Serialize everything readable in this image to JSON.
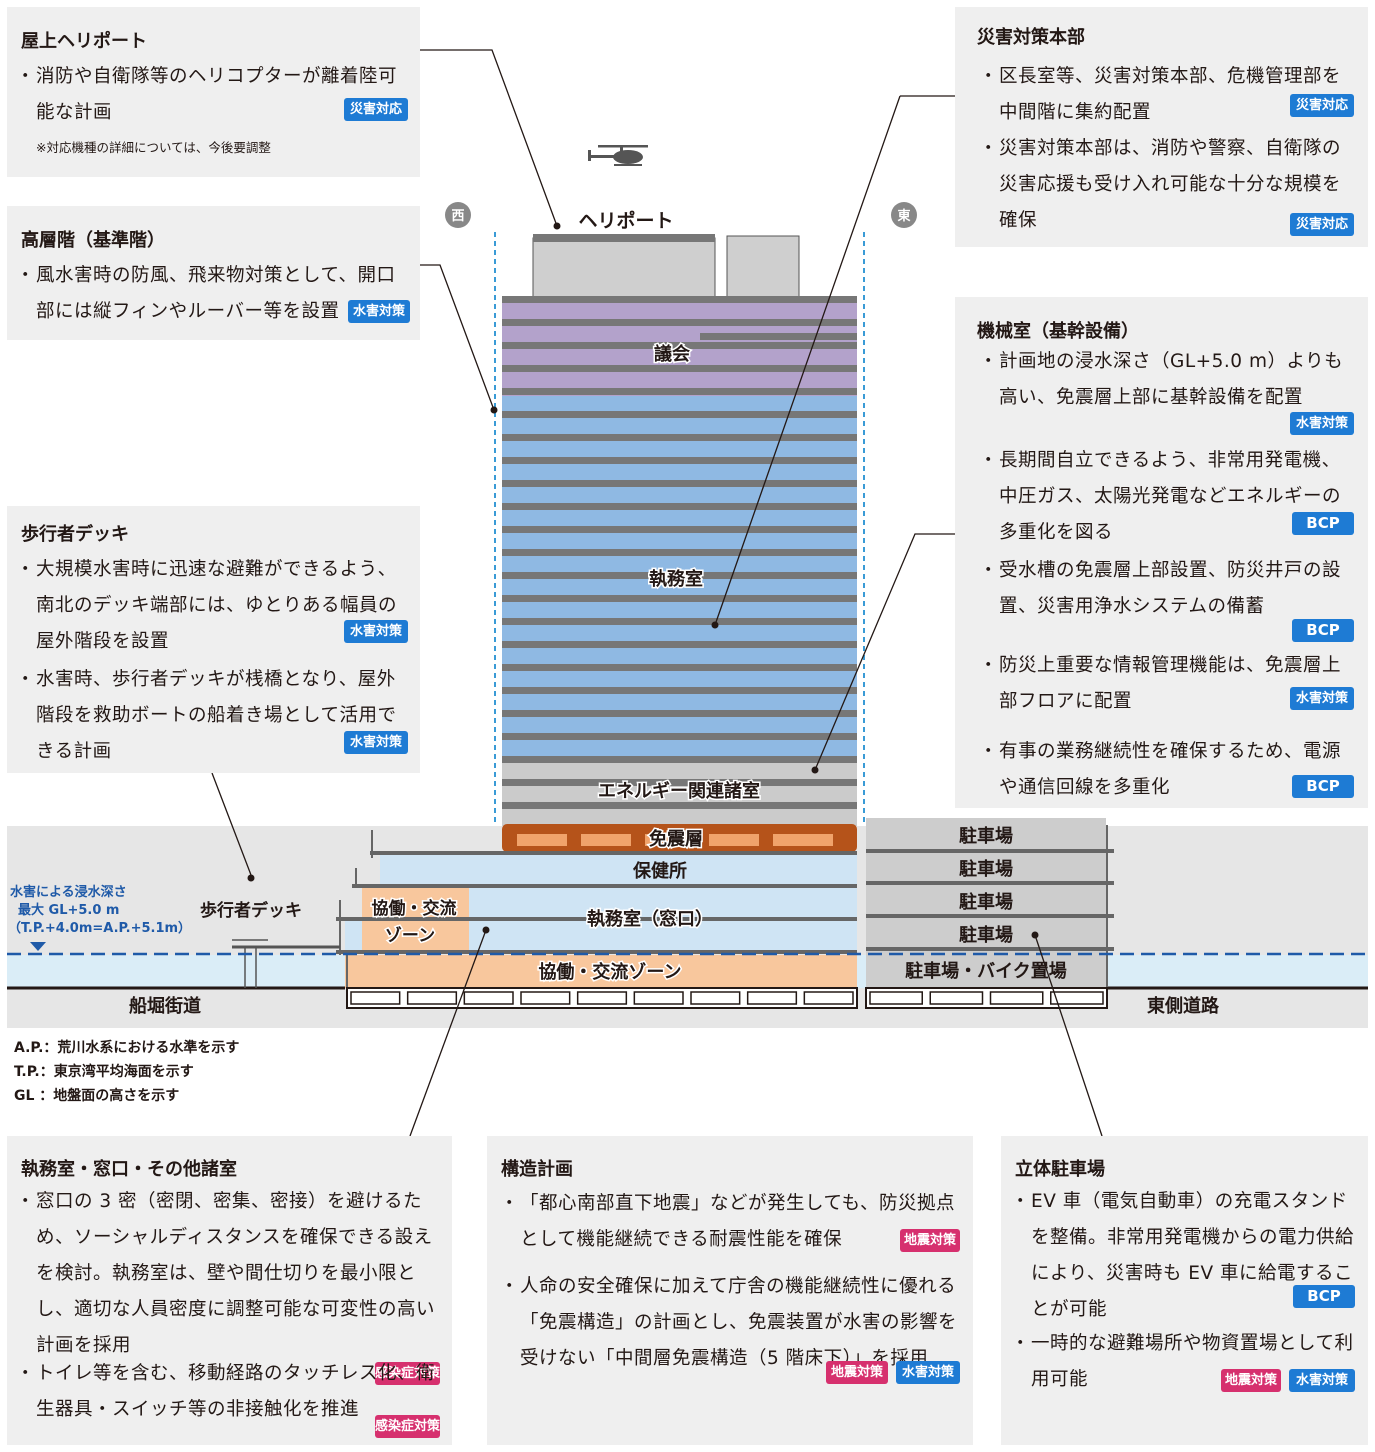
{
  "panels": {
    "heliport": {
      "title": "屋上ヘリポート",
      "items": [
        {
          "text": "消防や自衛隊等のヘリコプターが離着陸可能な計画"
        }
      ],
      "note": "※対応機種の詳細については、今後要調整",
      "badges": [
        "災害対応"
      ]
    },
    "highrise": {
      "title": "高層階（基準階）",
      "items": [
        {
          "text": "風水害時の防風、飛来物対策として、開口部には縦フィンやルーバー等を設置"
        }
      ],
      "badges": [
        "水害対策"
      ]
    },
    "deck": {
      "title": "歩行者デッキ",
      "items": [
        {
          "text": "大規模水害時に迅速な避難ができるよう、南北のデッキ端部には、ゆとりある幅員の屋外階段を設置"
        },
        {
          "text": "水害時、歩行者デッキが桟橋となり、屋外階段を救助ボートの船着き場として活用できる計画"
        }
      ],
      "badges": [
        "水害対策",
        "水害対策"
      ]
    },
    "disaster_hq": {
      "title": "災害対策本部",
      "items": [
        {
          "text": "区長室等、災害対策本部、危機管理部を中間階に集約配置"
        },
        {
          "text": "災害対策本部は、消防や警察、自衛隊の災害応援も受け入れ可能な十分な規模を確保"
        }
      ],
      "badges": [
        "災害対応",
        "災害対応"
      ]
    },
    "machine": {
      "title": "機械室（基幹設備）",
      "items": [
        {
          "text": "計画地の浸水深さ（GL+5.0 m）よりも高い、免震層上部に基幹設備を配置"
        },
        {
          "text": "長期間自立できるよう、非常用発電機、中圧ガス、太陽光発電などエネルギーの多重化を図る"
        },
        {
          "text": "受水槽の免震層上部設置、防災井戸の設置、災害用浄水システムの備蓄"
        },
        {
          "text": "防災上重要な情報管理機能は、免震層上部フロアに配置"
        },
        {
          "text": "有事の業務継続性を確保するため、電源や通信回線を多重化"
        }
      ],
      "badges": [
        "水害対策",
        "BCP",
        "BCP",
        "水害対策",
        "BCP"
      ]
    },
    "office": {
      "title": "執務室・窓口・その他諸室",
      "items": [
        {
          "text": "窓口の 3 密（密閉、密集、密接）を避けるため、ソーシャルディスタンスを確保できる設えを検討。執務室は、壁や間仕切りを最小限とし、適切な人員密度に調整可能な可変性の高い計画を採用"
        },
        {
          "text": "トイレ等を含む、移動経路のタッチレス化、衛生器具・スイッチ等の非接触化を推進"
        }
      ],
      "badges": [
        "感染症対策",
        "感染症対策"
      ]
    },
    "structure": {
      "title": "構造計画",
      "items": [
        {
          "text": "「都心南部直下地震」などが発生しても、防災拠点として機能継続できる耐震性能を確保"
        },
        {
          "text": "人命の安全確保に加えて庁舎の機能継続性に優れる「免震構造」の計画とし、免震装置が水害の影響を受けない「中間層免震構造（5 階床下）」を採用"
        }
      ],
      "badges": [
        "地震対策",
        "地震対策",
        "水害対策"
      ]
    },
    "parking": {
      "title": "立体駐車場",
      "items": [
        {
          "text": "EV 車（電気自動車）の充電スタンドを整備。非常用発電機からの電力供給により、災害時も EV 車に給電することが可能"
        },
        {
          "text": "一時的な避難場所や物資置場として利用可能"
        }
      ],
      "badges": [
        "BCP",
        "地震対策",
        "水害対策"
      ]
    }
  },
  "diagram": {
    "west": "西",
    "east": "東",
    "heliport": "ヘリポート",
    "assembly": "議会",
    "office": "執務室",
    "energy": "エネルギー関連諸室",
    "isolation": "免震層",
    "health": "保健所",
    "counter": "執務室（窓口）",
    "collab_l1": "協働・交流",
    "collab_l2": "ゾーン",
    "collab_ground": "協働・交流ゾーン",
    "parking": "駐車場",
    "parking_bike": "駐車場・バイク置場",
    "deck": "歩行者デッキ",
    "road_west": "船堀街道",
    "road_east": "東側道路",
    "flood_1": "水害による浸水深さ",
    "flood_2": "最大 GL+5.0 m",
    "flood_3": "（T.P.+4.0m=A.P.+5.1m）"
  },
  "legend": [
    "A.P.：荒川水系における水準を示す",
    "T.P.：東京湾平均海面を示す",
    "GL ：地盤面の高さを示す"
  ],
  "colors": {
    "panel_bg": "#efefef",
    "assembly": "#b3a2cb",
    "office": "#8fb9e3",
    "lower_office": "#cfe4f4",
    "collab": "#f8c79d",
    "isolation": "#b5531a",
    "parking": "#cdcdcd",
    "water": "#daedf7",
    "badge_blue": "#1e7bd4",
    "badge_red": "#d6306e"
  }
}
